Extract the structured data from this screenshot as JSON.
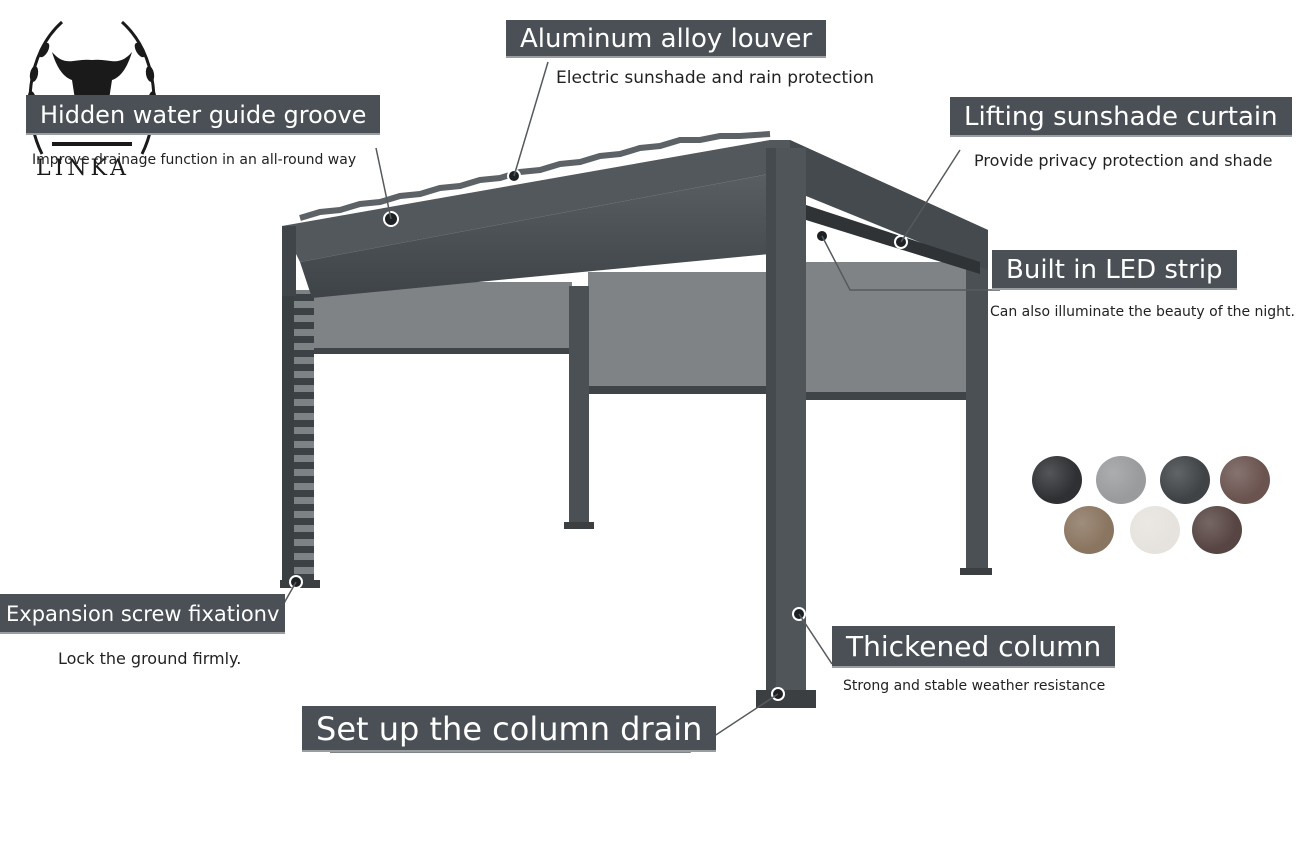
{
  "logo": {
    "text": "LINKA"
  },
  "callouts": {
    "louver": {
      "title": "Aluminum alloy louver",
      "subtitle": "Electric sunshade and rain protection"
    },
    "groove": {
      "title": "Hidden water guide groove",
      "subtitle": "Improve drainage function in an all-round way"
    },
    "curtain": {
      "title": "Lifting sunshade curtain",
      "subtitle": "Provide privacy protection and shade"
    },
    "led": {
      "title": "Built in LED strip",
      "subtitle": "Can also illuminate the beauty of the night."
    },
    "screw": {
      "title": "Expansion screw fixationv",
      "subtitle": "Lock the ground firmly."
    },
    "column": {
      "title": "Thickened column",
      "subtitle": "Strong and stable weather resistance"
    },
    "drain": {
      "title": "Set up the column drain"
    }
  },
  "colors": {
    "frame": "#4b5054",
    "label_bg": "#4a5055",
    "swatches": [
      "#2e3033",
      "#9a9b9d",
      "#3f4346",
      "#6b5450",
      "#8a7560",
      "#e6e3de",
      "#574543"
    ]
  }
}
